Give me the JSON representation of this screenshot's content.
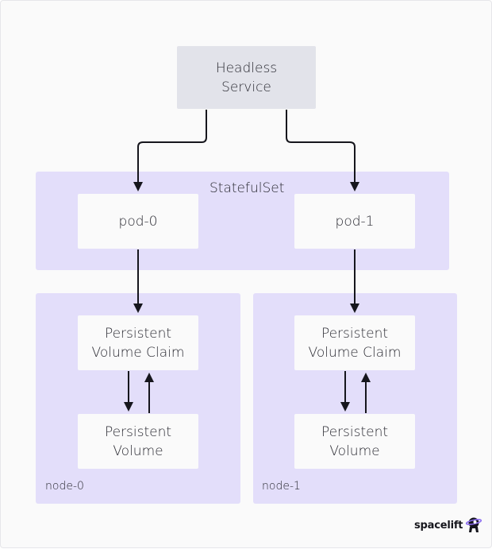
{
  "diagram": {
    "headless_service": "Headless\nService",
    "statefulset_label": "StatefulSet",
    "pods": [
      "pod-0",
      "pod-1"
    ],
    "nodes": [
      {
        "label": "node-0",
        "pvc": "Persistent\nVolume Claim",
        "pv": "Persistent\nVolume"
      },
      {
        "label": "node-1",
        "pvc": "Persistent\nVolume Claim",
        "pv": "Persistent\nVolume"
      }
    ]
  },
  "logo": {
    "text": "spacelift"
  },
  "colors": {
    "group_fill": "#e3defa",
    "box_fill": "#fafafa",
    "headless_fill": "#e2e3ea",
    "edge": "#16161d"
  }
}
